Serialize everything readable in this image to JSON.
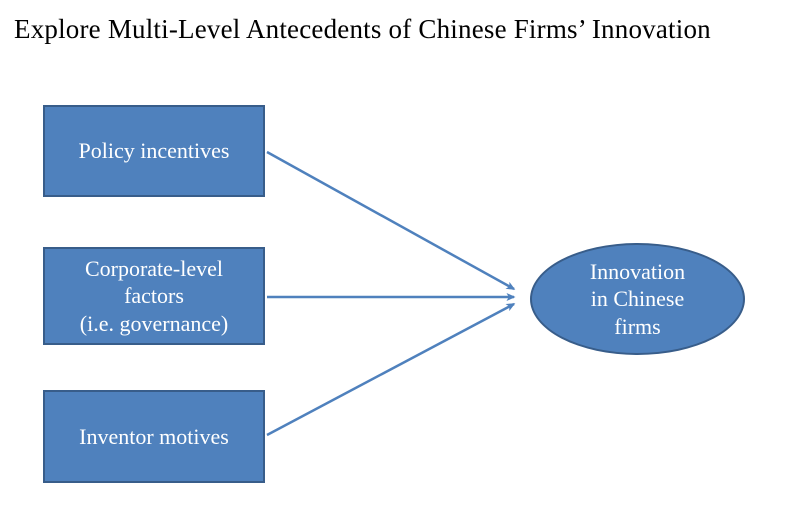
{
  "title": "Explore Multi-Level Antecedents of Chinese Firms’ Innovation",
  "colors": {
    "shape_fill": "#4f81bd",
    "shape_border": "#385d8a",
    "arrow": "#4f81bd",
    "shape_text": "#ffffff",
    "title_color": "#000000",
    "bg": "#ffffff"
  },
  "nodes": {
    "policy": {
      "label": "Policy incentives"
    },
    "corporate": {
      "label": "Corporate-level\nfactors\n(i.e. governance)"
    },
    "inventor": {
      "label": "Inventor motives"
    },
    "outcome": {
      "label": "Innovation\nin Chinese\nfirms"
    }
  },
  "arrows": [
    {
      "name": "policy-to-innovation"
    },
    {
      "name": "corporate-to-innovation"
    },
    {
      "name": "inventor-to-innovation"
    }
  ]
}
